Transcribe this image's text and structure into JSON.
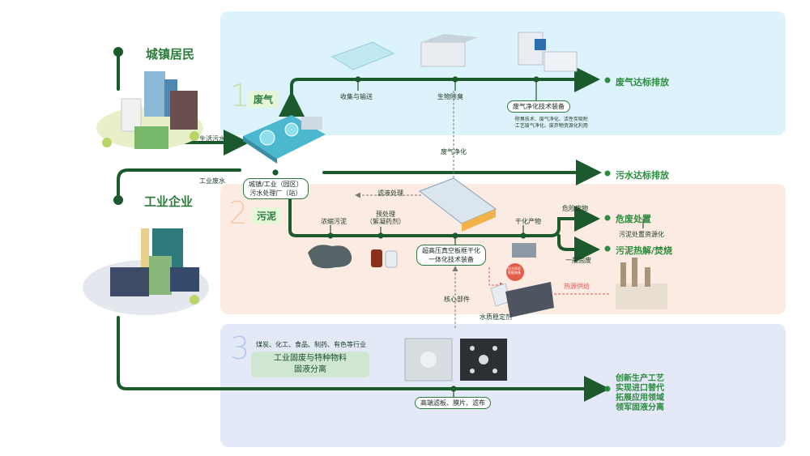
{
  "sources": {
    "residents": "城镇居民",
    "industry": "工业企业"
  },
  "flows": {
    "domestic": "生活污水",
    "industrial": "工业废水"
  },
  "plant": "城镇/工业（园区）\n污水处理厂（站）",
  "section1": {
    "num": "1",
    "tag": "废气",
    "steps": [
      "收集与输送",
      "生物除臭",
      "废气净化技术装备"
    ],
    "note": "·除臭技术、废气净化、活性炭吸附\n·工艺废气净化、废弃物资源化利用",
    "output": "废气达标排放",
    "link": "废气净化"
  },
  "water_output": "污水达标排放",
  "section2": {
    "num": "2",
    "tag": "污泥",
    "filtrate": "滤液处理",
    "labels": [
      "浓缩污泥",
      "预处理\n（絮凝药剂）",
      "干化产物"
    ],
    "equipment": "超高压真空板框干化\n一体化技术装备",
    "hazard_label": "危险废物",
    "hazard_output": "危废处置",
    "resource": "污泥处置资源化",
    "general_label": "一般固废",
    "incin_output": "污泥热解/焚烧",
    "heat": "热源供给",
    "stabilizer": "水质稳定剂",
    "core": "核心部件",
    "badge": "自主研发\n智能装备"
  },
  "section3": {
    "num": "3",
    "industries": "煤炭、化工、食品、制药、有色等行业",
    "box": "工业固废与特种物料\n固液分离",
    "parts": "高端滤板、膜片、滤布",
    "final": [
      "创新生产工艺",
      "实现进口替代",
      "拓展应用领域",
      "领军固液分离"
    ]
  },
  "colors": {
    "green": "#2c7a3c",
    "dark": "#1b5a2c",
    "red": "#e05656"
  }
}
